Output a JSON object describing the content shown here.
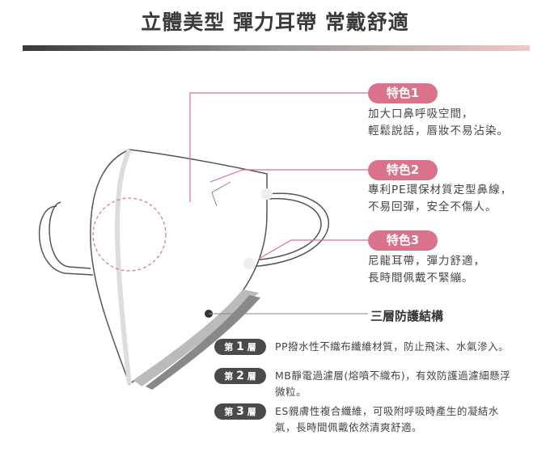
{
  "title": "立體美型 彈力耳帶 常戴舒適",
  "features": [
    {
      "label": "特色1",
      "lines": [
        "加大口鼻呼吸空間，",
        "輕鬆說話，唇妝不易沾染。"
      ]
    },
    {
      "label": "特色2",
      "lines": [
        "專利PE環保材質定型鼻線，",
        "不易回彈，安全不傷人。"
      ]
    },
    {
      "label": "特色3",
      "lines": [
        "尼龍耳帶，彈力舒適，",
        "長時間佩戴不緊繃。"
      ]
    }
  ],
  "structure_title": "三層防護結構",
  "layers": [
    {
      "pre": "第",
      "num": "1",
      "post": "層",
      "text": "PP撥水性不織布纖維材質，防止飛沫、水氣滲入。"
    },
    {
      "pre": "第",
      "num": "2",
      "post": "層",
      "text": "MB靜電過濾層(熔噴不織布)，有效防護過濾細懸浮微粒。"
    },
    {
      "pre": "第",
      "num": "3",
      "post": "層",
      "text": "ES親膚性複合纖維，可吸附呼吸時產生的凝結水氣，長時間佩戴依然清爽舒適。"
    }
  ],
  "colors": {
    "accent": "#d9728a",
    "dark": "#4a4a4a"
  }
}
